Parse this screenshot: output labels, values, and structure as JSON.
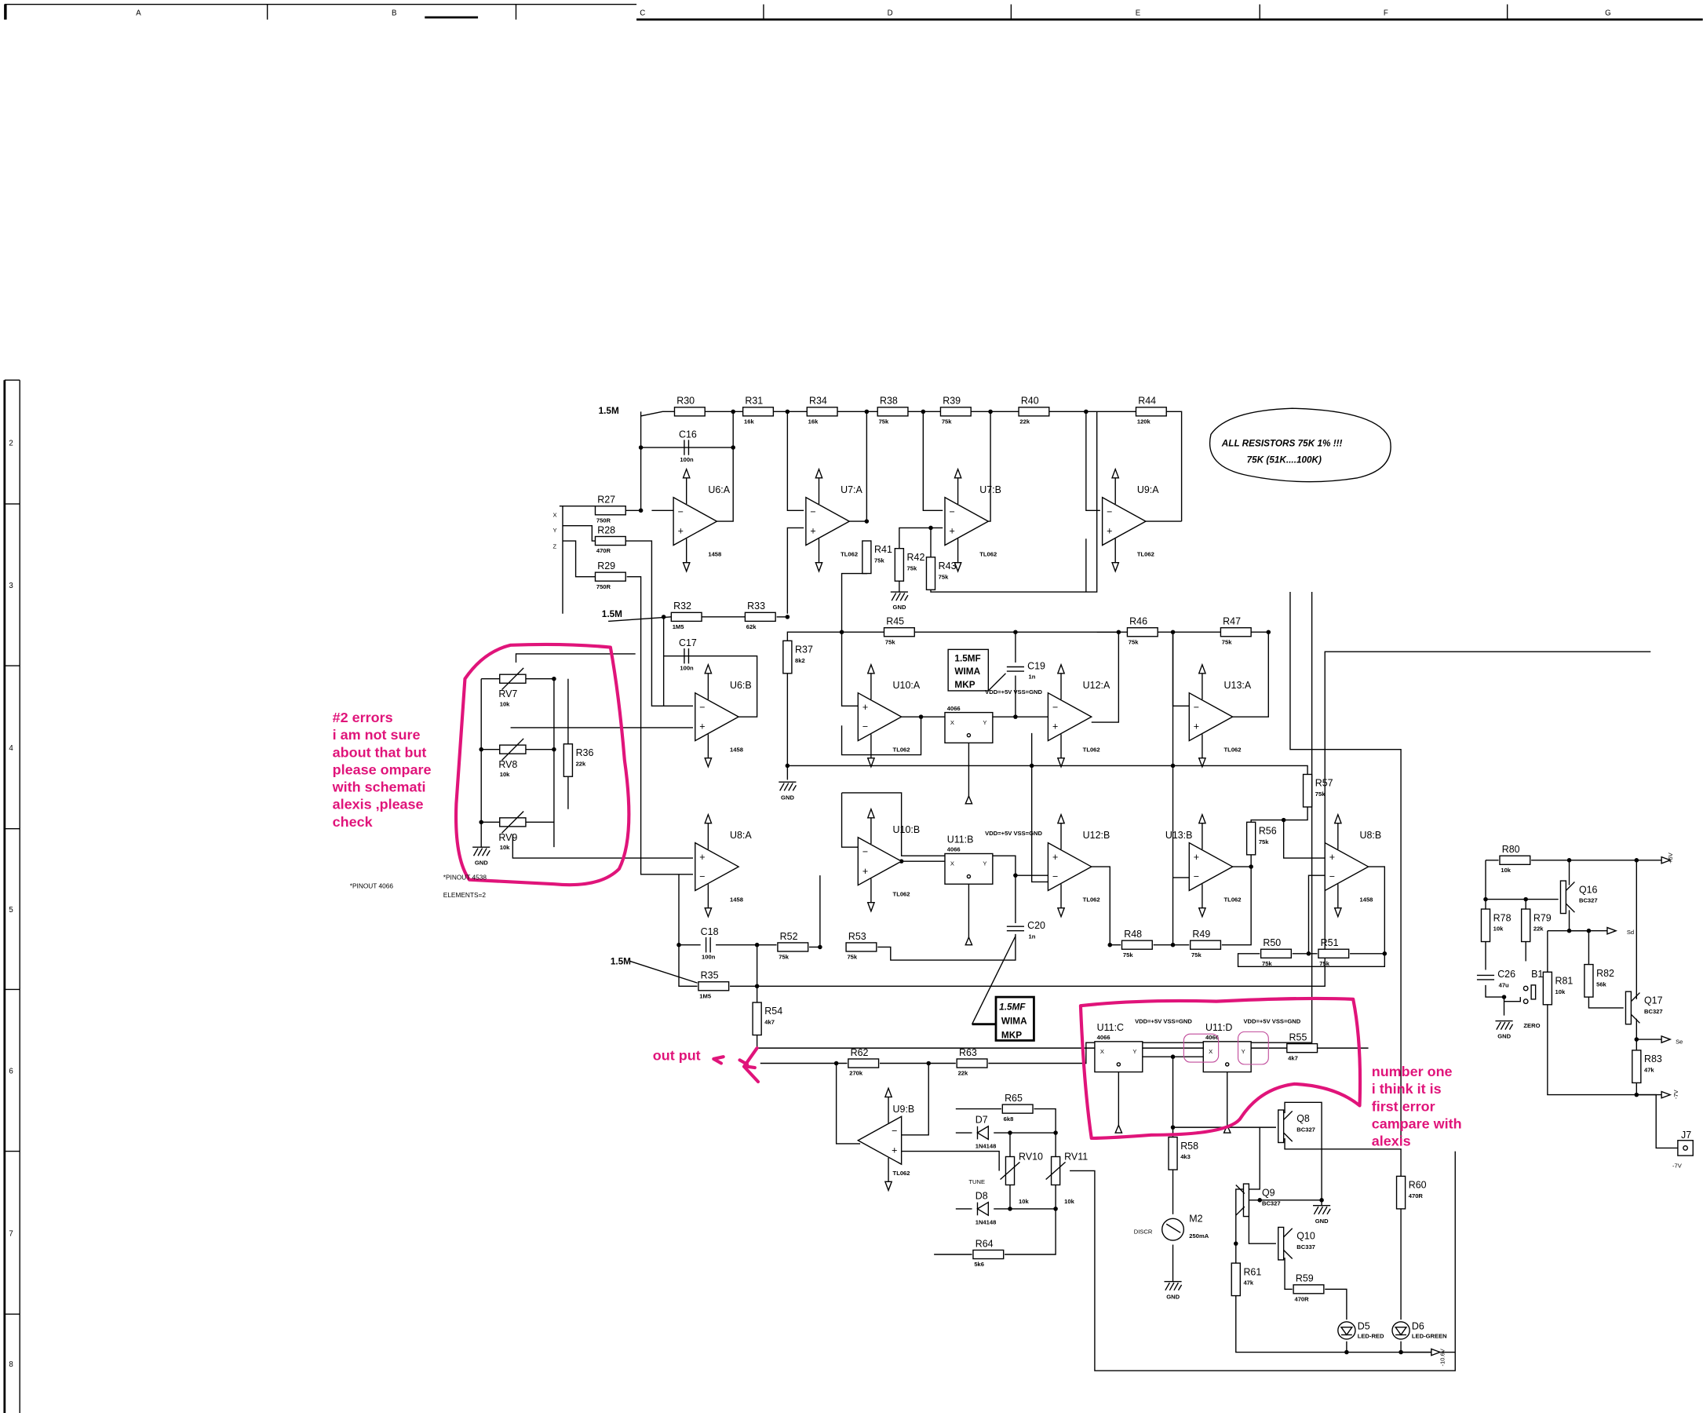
{
  "frame": {
    "columns": [
      "A",
      "B",
      "C",
      "D",
      "E",
      "F",
      "G"
    ],
    "rows": [
      "2",
      "3",
      "4",
      "5",
      "6",
      "7",
      "8"
    ]
  },
  "colors": {
    "annotation": "#e0147a",
    "ink": "#000000"
  },
  "parts": {
    "R30": {
      "ref": "R30",
      "value": ""
    },
    "R31": {
      "ref": "R31",
      "value": "16k"
    },
    "R34": {
      "ref": "R34",
      "value": "16k"
    },
    "R38": {
      "ref": "R38",
      "value": "75k"
    },
    "R39": {
      "ref": "R39",
      "value": "75k"
    },
    "R40": {
      "ref": "R40",
      "value": "22k"
    },
    "R44": {
      "ref": "R44",
      "value": "120k"
    },
    "R27": {
      "ref": "R27",
      "value": "750R"
    },
    "R28": {
      "ref": "R28",
      "value": "470R"
    },
    "R29": {
      "ref": "R29",
      "value": "750R"
    },
    "R41": {
      "ref": "R41",
      "value": "75k"
    },
    "R42": {
      "ref": "R42",
      "value": "75k"
    },
    "R43": {
      "ref": "R43",
      "value": "75k"
    },
    "R32": {
      "ref": "R32",
      "value": "1M5"
    },
    "R33": {
      "ref": "R33",
      "value": "62k"
    },
    "R37": {
      "ref": "R37",
      "value": "8k2"
    },
    "R36": {
      "ref": "R36",
      "value": "22k"
    },
    "R45": {
      "ref": "R45",
      "value": "75k"
    },
    "R46": {
      "ref": "R46",
      "value": "75k"
    },
    "R47": {
      "ref": "R47",
      "value": "75k"
    },
    "R57": {
      "ref": "R57",
      "value": "75k"
    },
    "R56": {
      "ref": "R56",
      "value": "75k"
    },
    "R52": {
      "ref": "R52",
      "value": "75k"
    },
    "R53": {
      "ref": "R53",
      "value": "75k"
    },
    "R48": {
      "ref": "R48",
      "value": "75k"
    },
    "R49": {
      "ref": "R49",
      "value": "75k"
    },
    "R50": {
      "ref": "R50",
      "value": "75k"
    },
    "R51": {
      "ref": "R51",
      "value": "75k"
    },
    "R35": {
      "ref": "R35",
      "value": "1M5"
    },
    "R54": {
      "ref": "R54",
      "value": "4k7"
    },
    "R55": {
      "ref": "R55",
      "value": "4k7"
    },
    "R62": {
      "ref": "R62",
      "value": "270k"
    },
    "R63": {
      "ref": "R63",
      "value": "22k"
    },
    "R65": {
      "ref": "R65",
      "value": "6k8"
    },
    "R64": {
      "ref": "R64",
      "value": "5k6"
    },
    "R58": {
      "ref": "R58",
      "value": "4k3"
    },
    "R61": {
      "ref": "R61",
      "value": "47k"
    },
    "R59": {
      "ref": "R59",
      "value": "470R"
    },
    "R60": {
      "ref": "R60",
      "value": "470R"
    },
    "R80": {
      "ref": "R80",
      "value": "10k"
    },
    "R78": {
      "ref": "R78",
      "value": "10k"
    },
    "R79": {
      "ref": "R79",
      "value": "22k"
    },
    "R81": {
      "ref": "R81",
      "value": "10k"
    },
    "R82": {
      "ref": "R82",
      "value": "56k"
    },
    "R83": {
      "ref": "R83",
      "value": "47k"
    },
    "C16": {
      "ref": "C16",
      "value": "100n"
    },
    "C17": {
      "ref": "C17",
      "value": "100n"
    },
    "C18": {
      "ref": "C18",
      "value": "100n"
    },
    "C19": {
      "ref": "C19",
      "value": "1n"
    },
    "C20": {
      "ref": "C20",
      "value": "1n"
    },
    "C26": {
      "ref": "C26",
      "value": "47u"
    },
    "RV7": {
      "ref": "RV7",
      "value": "10k"
    },
    "RV8": {
      "ref": "RV8",
      "value": "10k"
    },
    "RV9": {
      "ref": "RV9",
      "value": "10k"
    },
    "RV10": {
      "ref": "RV10",
      "value": "10k"
    },
    "RV11": {
      "ref": "RV11",
      "value": "10k"
    },
    "Q8": {
      "ref": "Q8",
      "value": "BC327"
    },
    "Q9": {
      "ref": "Q9",
      "value": "BC327"
    },
    "Q10": {
      "ref": "Q10",
      "value": "BC337"
    },
    "Q16": {
      "ref": "Q16",
      "value": "BC327"
    },
    "Q17": {
      "ref": "Q17",
      "value": "BC327"
    },
    "D7": {
      "ref": "D7",
      "value": "1N4148"
    },
    "D8": {
      "ref": "D8",
      "value": "1N4148"
    },
    "D5": {
      "ref": "D5",
      "value": "LED-RED"
    },
    "D6": {
      "ref": "D6",
      "value": "LED-GREEN"
    },
    "M2": {
      "ref": "M2",
      "value": "250mA"
    },
    "J7": {
      "ref": "J7",
      "value": "-7V"
    },
    "B1": {
      "ref": "B1",
      "value": "ZERO"
    }
  },
  "opamps": {
    "U6A": {
      "ref": "U6:A",
      "type": "1458"
    },
    "U7A": {
      "ref": "U7:A",
      "type": "TL062"
    },
    "U7B": {
      "ref": "U7:B",
      "type": "TL062"
    },
    "U9A": {
      "ref": "U9:A",
      "type": "TL062"
    },
    "U6B": {
      "ref": "U6:B",
      "type": "1458"
    },
    "U10A": {
      "ref": "U10:A",
      "type": "TL062"
    },
    "U12A": {
      "ref": "U12:A",
      "type": "TL062"
    },
    "U13A": {
      "ref": "U13:A",
      "type": "TL062"
    },
    "U8A": {
      "ref": "U8:A",
      "type": "1458"
    },
    "U10B": {
      "ref": "U10:B",
      "type": "TL062"
    },
    "U12B": {
      "ref": "U12:B",
      "type": "TL062"
    },
    "U13B": {
      "ref": "U13:B",
      "type": "TL062"
    },
    "U8B": {
      "ref": "U8:B",
      "type": "1458"
    },
    "U9B": {
      "ref": "U9:B",
      "type": "TL062"
    }
  },
  "switches": {
    "U11A": {
      "ref": "",
      "type": "4066",
      "x": "X",
      "y": "Y",
      "supply": "VDD=+5V VSS=GND"
    },
    "U11B": {
      "ref": "U11:B",
      "type": "4066",
      "x": "X",
      "y": "Y",
      "supply": "VDD=+5V VSS=GND"
    },
    "U11C": {
      "ref": "U11:C",
      "type": "4066",
      "x": "X",
      "y": "Y",
      "supply": "VDD=+5V VSS=GND"
    },
    "U11D": {
      "ref": "U11:D",
      "type": "4066",
      "x": "X",
      "y": "Y",
      "supply": "VDD=+5V VSS=GND"
    }
  },
  "labels": {
    "in_1_5M_a": "1.5M",
    "in_1_5M_b": "1.5M",
    "in_1_5M_c": "1.5M",
    "x": "X",
    "y": "Y",
    "z": "Z",
    "gnd": "GND",
    "plus5": "+5V",
    "minus7": "-7V",
    "sd": "Sd",
    "se": "Se",
    "minus10_6": "-10.6V",
    "tune": "TUNE",
    "discr": "DISCR",
    "pinout4066": "*PINOUT 4066",
    "pinout4538": "*PINOUT 4538",
    "elements": "ELEMENTS=2"
  },
  "cap_note": {
    "line1": "1.5MF",
    "line2": "WIMA",
    "line3": "MKP"
  },
  "cloud_note": {
    "line1": "ALL RESISTORS  75K   1% !!!",
    "line2": "75K (51K....100K)"
  },
  "annotations": {
    "error2": [
      "#2 errors",
      "i am not sure",
      "about that but",
      "please ompare",
      "with schemati",
      "alexis ,please",
      "check"
    ],
    "error1": [
      "number one",
      "i think it is",
      "first error",
      "campare with",
      "alexis"
    ],
    "output": "out put"
  }
}
